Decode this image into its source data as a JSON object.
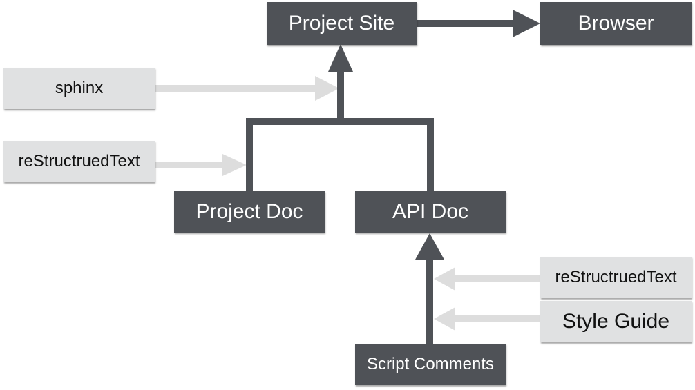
{
  "colors": {
    "dark_box": "#4f5257",
    "light_box": "#e0e1e2",
    "dark_arrow": "#4f5257",
    "light_arrow": "#dddddd"
  },
  "nodes": {
    "project_site": "Project Site",
    "browser": "Browser",
    "sphinx": "sphinx",
    "rst_left": "reStructruedText",
    "project_doc": "Project Doc",
    "api_doc": "API Doc",
    "rst_right": "reStructruedText",
    "style_guide": "Style Guide",
    "script_comments": "Script Comments"
  }
}
